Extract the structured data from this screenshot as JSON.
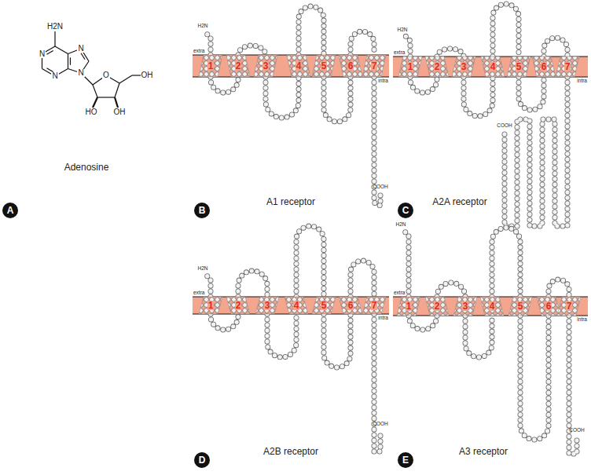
{
  "diagram": {
    "nodes": [
      {
        "text": [
          "A"
        ]
      },
      {
        "text": [
          "B"
        ]
      },
      {
        "text": [
          "C"
        ]
      },
      {
        "text": [
          "D"
        ]
      },
      {
        "text": [
          "E"
        ]
      }
    ],
    "labels": [
      "H2N",
      "N",
      "N",
      "N",
      "N",
      "O",
      "OH",
      "HO",
      "OH",
      "Adenosine",
      "extra",
      "H2N",
      "1",
      "2",
      "3",
      "4",
      "5",
      "6",
      "7",
      "intra",
      "COOH",
      "A1 receptor",
      "extra",
      "H2N",
      "1",
      "2",
      "3",
      "4",
      "5",
      "6",
      "7",
      "intra",
      "COOH",
      "A2A receptor",
      "extra",
      "H2N",
      "1",
      "2",
      "3",
      "4",
      "5",
      "6",
      "7",
      "intra",
      "COOH",
      "A2B receptor",
      "extra",
      "H2N",
      "1",
      "2",
      "3",
      "4",
      "5",
      "6",
      "7",
      "intra",
      "COOH",
      "A3 receptor"
    ]
  }
}
